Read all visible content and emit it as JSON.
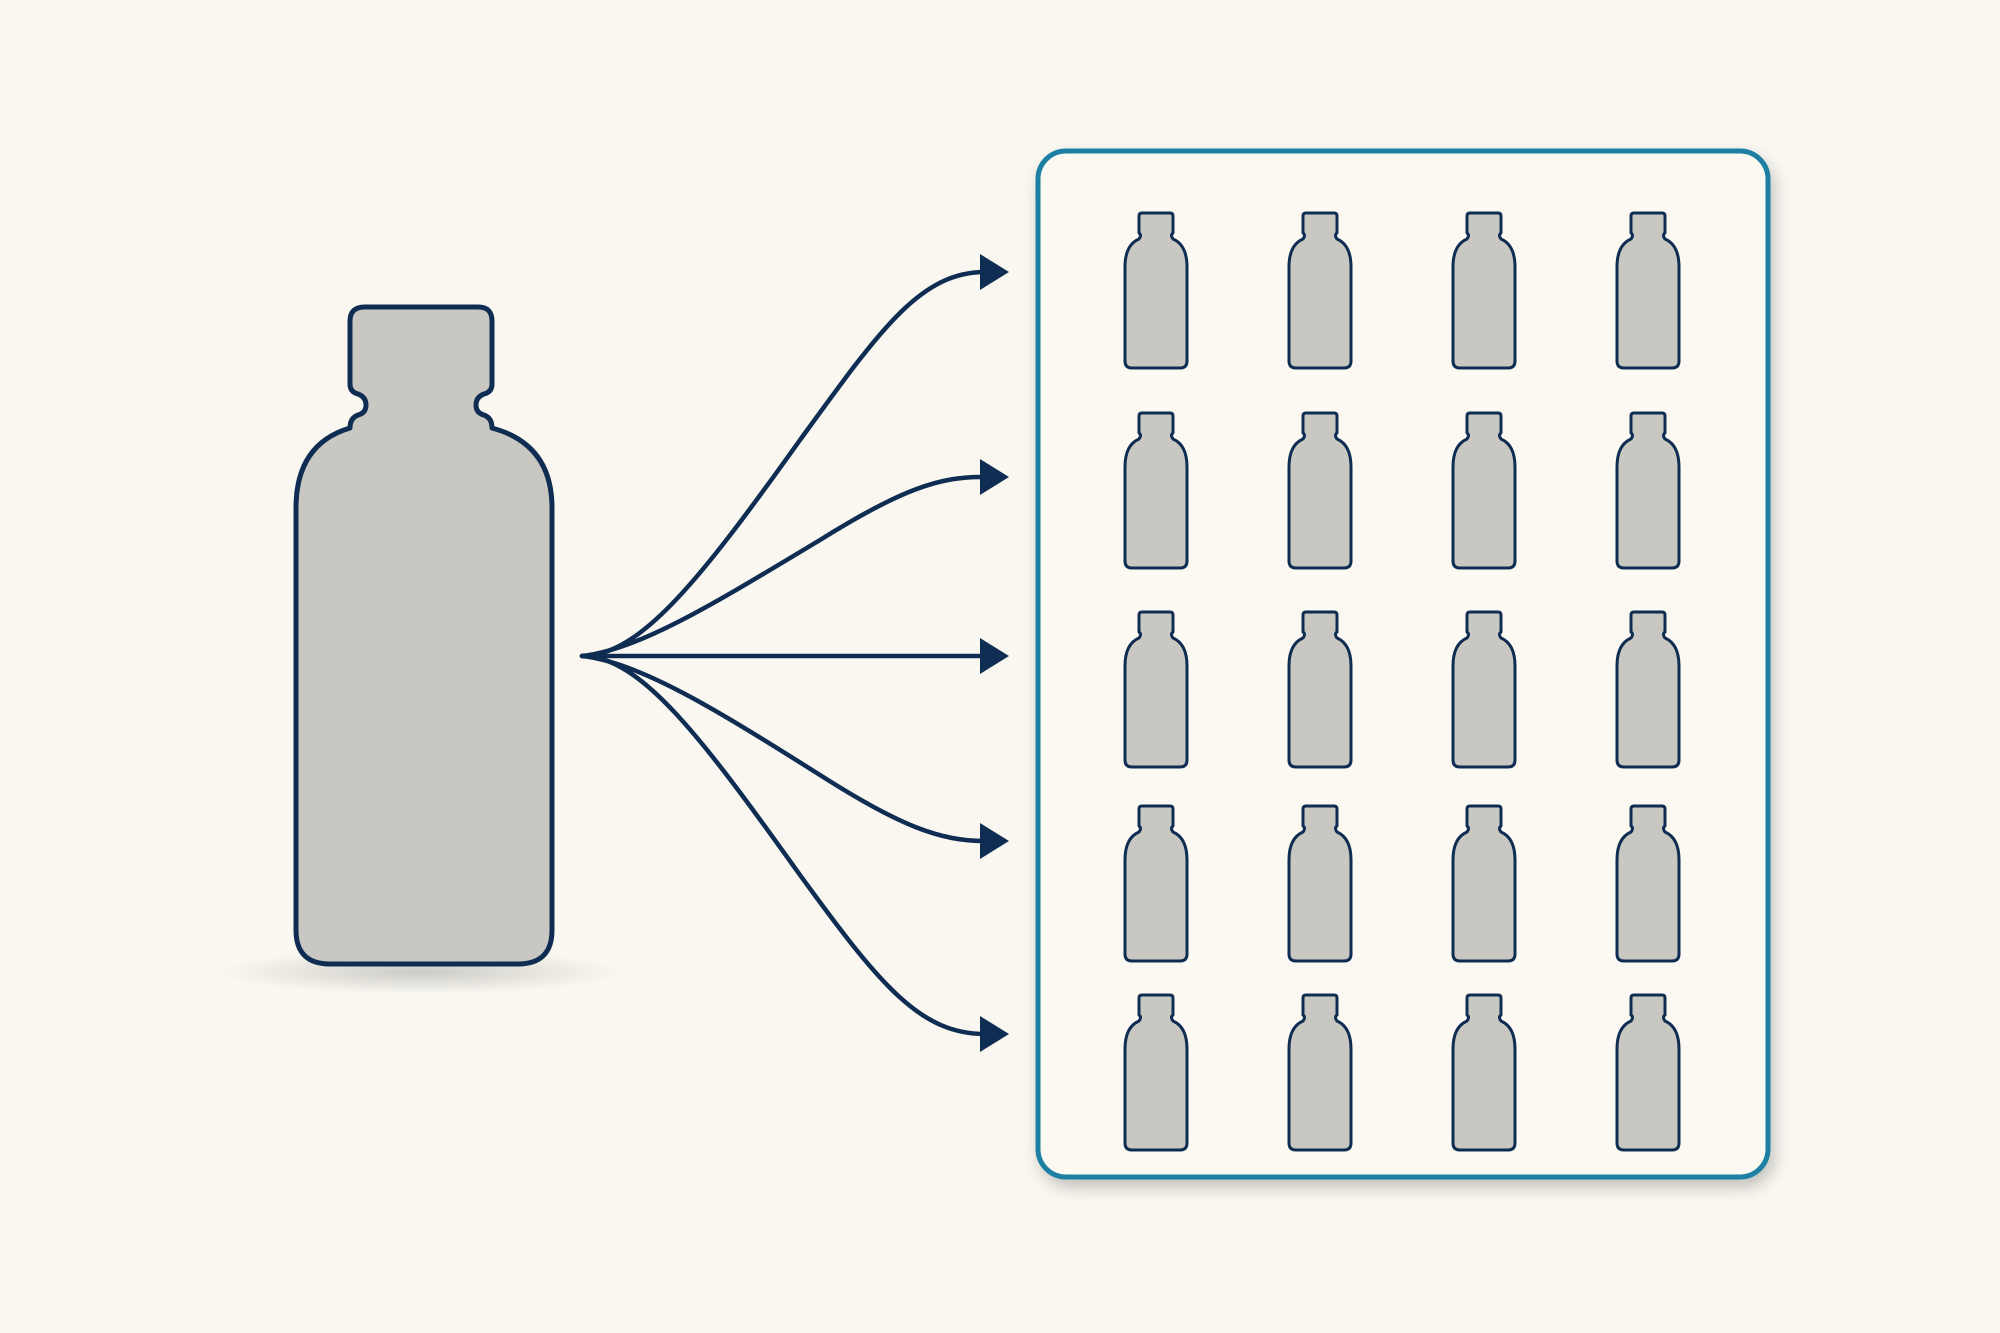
{
  "diagram": {
    "description_free": true,
    "source": {
      "kind": "large-bottle",
      "fill": "#c8c7c1",
      "stroke": "#0f2d52"
    },
    "arrows": {
      "count": 5,
      "stroke": "#0f2d52"
    },
    "grid_panel": {
      "border_color": "#1a7fa3",
      "background": "#fbf9f2",
      "rows": 5,
      "columns": 4
    },
    "small_bottle": {
      "fill": "#c8c7c1",
      "stroke": "#0f2d52"
    }
  }
}
